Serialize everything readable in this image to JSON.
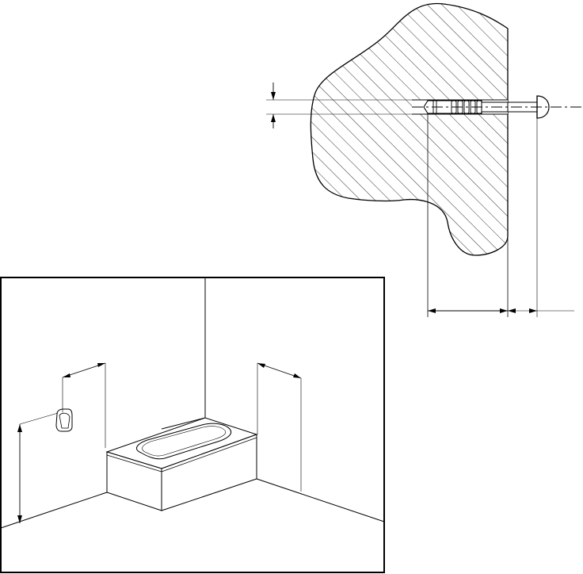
{
  "diagram": {
    "kind": "installation-drawing",
    "line_color": "#000000",
    "hatch_color": "#000000",
    "background": "#ffffff",
    "panels": [
      {
        "name": "wall-anchor-section-detail",
        "parts": [
          "hatched-wall-section",
          "wall-plug",
          "round-head-screw",
          "center-line",
          "hole-diameter-dimension",
          "plug-depth-dimension",
          "screw-projection-dimension"
        ]
      },
      {
        "name": "bathroom-perspective",
        "parts": [
          "corner-wall",
          "floor",
          "bathtub",
          "wall-fixture",
          "height-dimension",
          "left-width-dimension",
          "right-width-dimension"
        ]
      }
    ]
  }
}
